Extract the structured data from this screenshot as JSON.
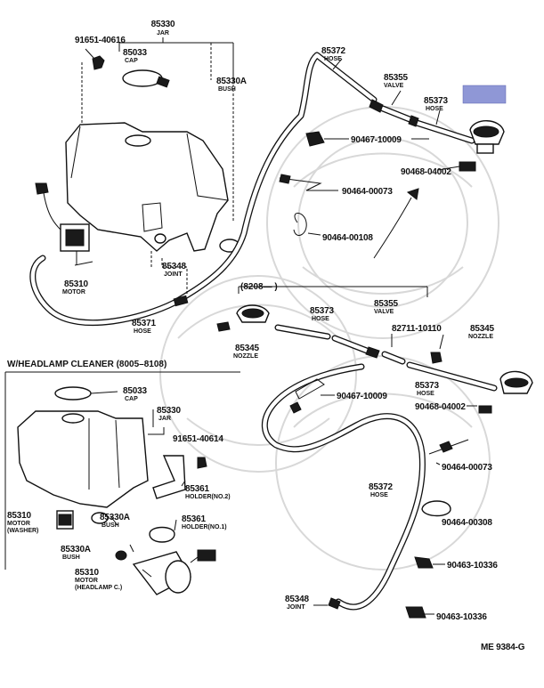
{
  "callouts": {
    "p85330_top": {
      "num": "85330",
      "name": "JAR"
    },
    "p91651_40616": {
      "num": "91651-40616"
    },
    "p85033_top": {
      "num": "85033",
      "name": "CAP"
    },
    "p85330A_top": {
      "num": "85330A",
      "name": "BUSH"
    },
    "p85310_top": {
      "num": "85310",
      "name": "MOTOR"
    },
    "p85348_top": {
      "num": "85348",
      "name": "JOINT"
    },
    "p85371": {
      "num": "85371",
      "name": "HOSE"
    },
    "p85372_top": {
      "num": "85372",
      "name": "HOSE"
    },
    "p85355_top": {
      "num": "85355",
      "name": "VALVE"
    },
    "p85373_top": {
      "num": "85373",
      "name": "HOSE"
    },
    "p90467_top": {
      "num": "90467-10009"
    },
    "p90468_top": {
      "num": "90468-04002"
    },
    "p90464_00073_top": {
      "num": "90464-00073"
    },
    "p90464_00108": {
      "num": "90464-00108"
    },
    "p85345_left": {
      "num": "85345",
      "name": "NOZZLE"
    },
    "p85373_mid": {
      "num": "85373",
      "name": "HOSE"
    },
    "p85355_mid": {
      "num": "85355",
      "name": "VALVE"
    },
    "p82711": {
      "num": "82711-10110"
    },
    "p85345_right": {
      "num": "85345",
      "name": "NOZZLE"
    },
    "p90467_mid": {
      "num": "90467-10009"
    },
    "p85373_low": {
      "num": "85373",
      "name": "HOSE"
    },
    "p90468_mid": {
      "num": "90468-04002"
    },
    "p90464_00073_low": {
      "num": "90464-00073"
    },
    "p85372_low": {
      "num": "85372",
      "name": "HOSE"
    },
    "p90464_00308": {
      "num": "90464-00308"
    },
    "p90463_a": {
      "num": "90463-10336"
    },
    "p90463_b": {
      "num": "90463-10336"
    },
    "p85348_low": {
      "num": "85348",
      "name": "JOINT"
    },
    "p85033_low": {
      "num": "85033",
      "name": "CAP"
    },
    "p85330_low": {
      "num": "85330",
      "name": "JAR"
    },
    "p91651_40614": {
      "num": "91651-40614"
    },
    "p85361_no2": {
      "num": "85361",
      "name": "HOLDER(NO.2)"
    },
    "p85361_no1": {
      "num": "85361",
      "name": "HOLDER(NO.1)"
    },
    "p85310_washer": {
      "num": "85310",
      "name": "MOTOR",
      "sub": "(WASHER)"
    },
    "p85330A_mid": {
      "num": "85330A",
      "name": "BUSH"
    },
    "p85330A_low": {
      "num": "85330A",
      "name": "BUSH"
    },
    "p85310_headlamp": {
      "num": "85310",
      "name": "MOTOR",
      "sub": "(HEADLAMP C.)"
    }
  },
  "sections": {
    "headlamp_cleaner": "W/HEADLAMP  CLEANER  (8005–8108)",
    "from_8208": "(8208—      )"
  },
  "footer": {
    "code": "ME  9384-G"
  },
  "highlight": {
    "color": "#8f97d6"
  }
}
